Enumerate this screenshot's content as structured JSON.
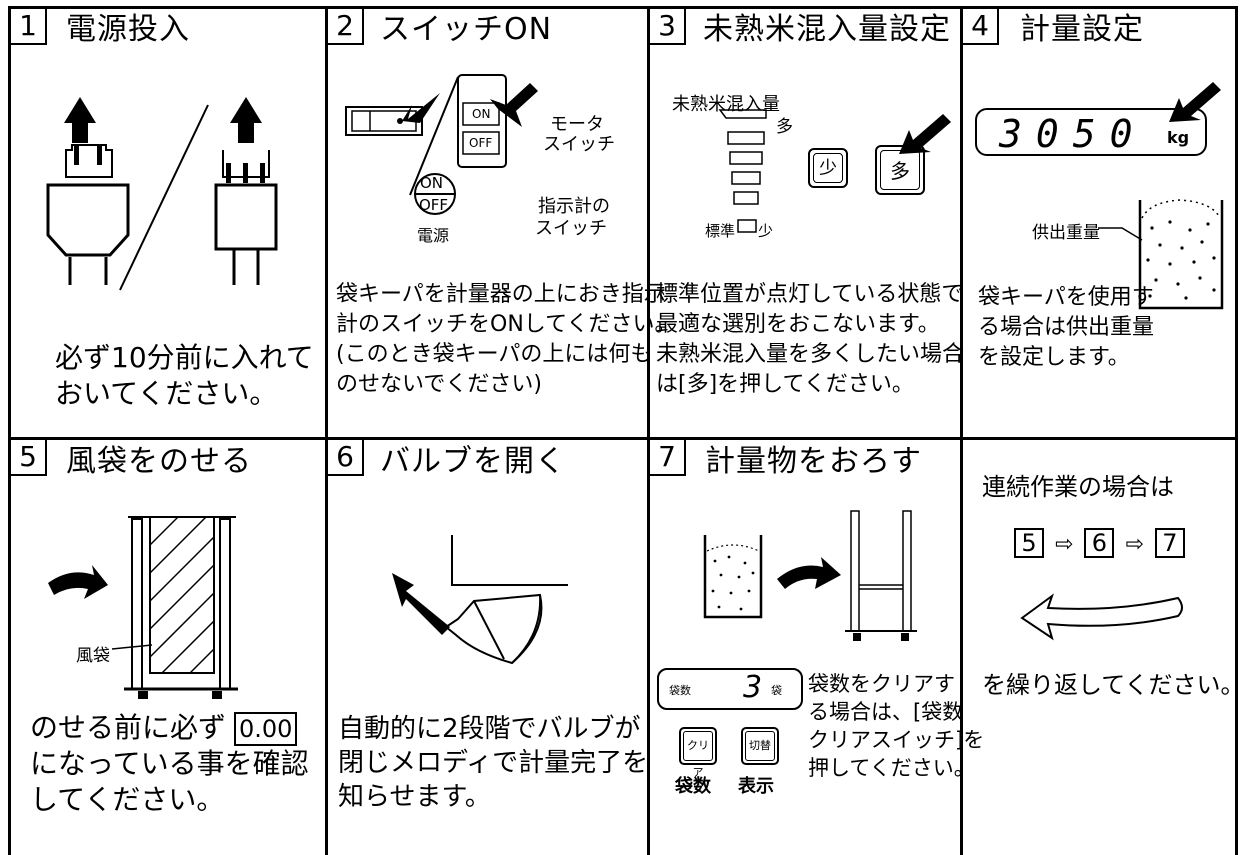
{
  "steps": [
    {
      "num": "1",
      "title": "電源投入",
      "text": [
        "必ず10分前に入れて",
        "おいてください。"
      ]
    },
    {
      "num": "2",
      "title": "スイッチON",
      "text": [
        "袋キーパを計量器の上におき指示",
        "計のスイッチをONしてください。",
        "(このとき袋キーパの上には何も",
        "のせないでください)"
      ],
      "labels": {
        "on": "ON",
        "off": "OFF",
        "motor1": "モータ",
        "motor2": "スイッチ",
        "pw_on": "ON",
        "pw_off": "OFF",
        "pw": "電源",
        "ind1": "指示計の",
        "ind2": "スイッチ"
      }
    },
    {
      "num": "3",
      "title": "未熟米混入量設定",
      "text": [
        "標準位置が点灯している状態で",
        "最適な選別をおこないます。",
        "未熟米混入量を多くしたい場合",
        "は[多]を押してください。"
      ],
      "labels": {
        "head": "未熟米混入量",
        "many": "多",
        "std": "標準",
        "few": "少",
        "btn_few": "少",
        "btn_many": "多"
      }
    },
    {
      "num": "4",
      "title": "計量設定",
      "text": [
        "袋キーパを使用す",
        "る場合は供出重量",
        "を設定します。"
      ],
      "labels": {
        "display": "3050",
        "unit": "kg",
        "supply": "供出重量"
      }
    },
    {
      "num": "5",
      "title": "風袋をのせる",
      "text": [
        "のせる前に必ず",
        "になっている事を確認",
        "してください。"
      ],
      "labels": {
        "tare": "風袋",
        "zero": "0.00"
      }
    },
    {
      "num": "6",
      "title": "バルブを開く",
      "text": [
        "自動的に2段階でバルブが",
        "閉じメロディで計量完了を",
        "知らせます。"
      ]
    },
    {
      "num": "7",
      "title": "計量物をおろす",
      "text": [
        "袋数をクリアす",
        "る場合は、[袋数",
        "クリアスイッチ]を",
        "押してください。"
      ],
      "labels": {
        "bags": "袋数",
        "count": "3",
        "bag_unit": "袋",
        "clear": "クリア",
        "switch": "切替",
        "clear_cap": "袋数",
        "switch_cap": "表示"
      }
    }
  ],
  "continuous": {
    "title": "連続作業の場合は",
    "s5": "5",
    "s6": "6",
    "s7": "7",
    "arrow": "⇨",
    "repeat": "を繰り返してください。"
  }
}
